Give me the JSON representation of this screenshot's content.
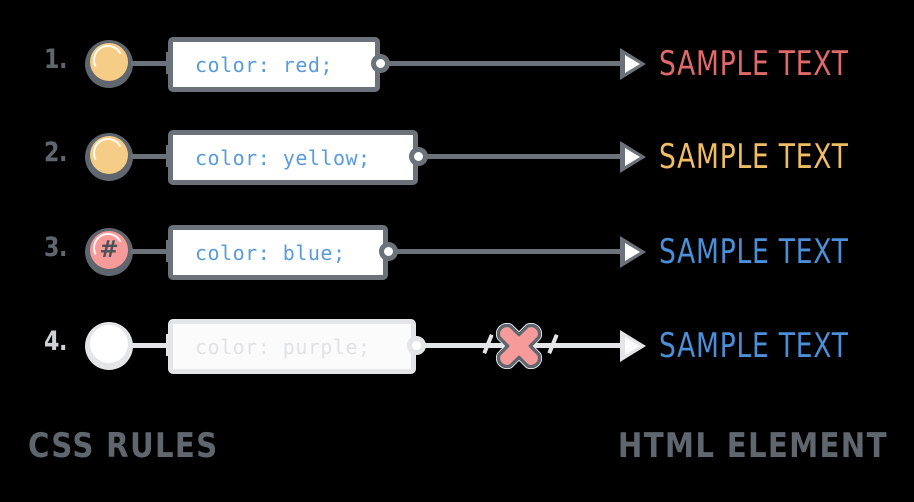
{
  "captions": {
    "left": "CSS RULES",
    "right": "HTML ELEMENT"
  },
  "colors": {
    "stroke": "#6b7279",
    "stroke_faded": "#e3e5e7",
    "code_text": "#5b9bd9",
    "code_text_faded": "#e0e2e4",
    "bubble_tan": "#f5cd86",
    "bubble_pink": "#f79a9a",
    "sample_red": "#e06a6a",
    "sample_yellow": "#f0bd62",
    "sample_blue": "#4a8fd8",
    "block_x": "#f79a9a",
    "background": "#000000"
  },
  "rows": [
    {
      "index": "1.",
      "selector_icon": "class-selector-dot",
      "selector_glyph": "",
      "declaration": "color: red;",
      "applied": true,
      "sample_text": "SAMPLE TEXT",
      "sample_color_name": "red"
    },
    {
      "index": "2.",
      "selector_icon": "class-selector-dot",
      "selector_glyph": "",
      "declaration": "color: yellow;",
      "applied": true,
      "sample_text": "SAMPLE TEXT",
      "sample_color_name": "yellow"
    },
    {
      "index": "3.",
      "selector_icon": "id-selector-hash",
      "selector_glyph": "#",
      "declaration": "color: blue;",
      "applied": true,
      "sample_text": "SAMPLE TEXT",
      "sample_color_name": "blue"
    },
    {
      "index": "4.",
      "selector_icon": "unmatched-selector-dot",
      "selector_glyph": "",
      "declaration": "color: purple;",
      "applied": false,
      "blocked_icon": "x-blocked-icon",
      "sample_text": "SAMPLE TEXT",
      "sample_color_name": "blue"
    }
  ]
}
